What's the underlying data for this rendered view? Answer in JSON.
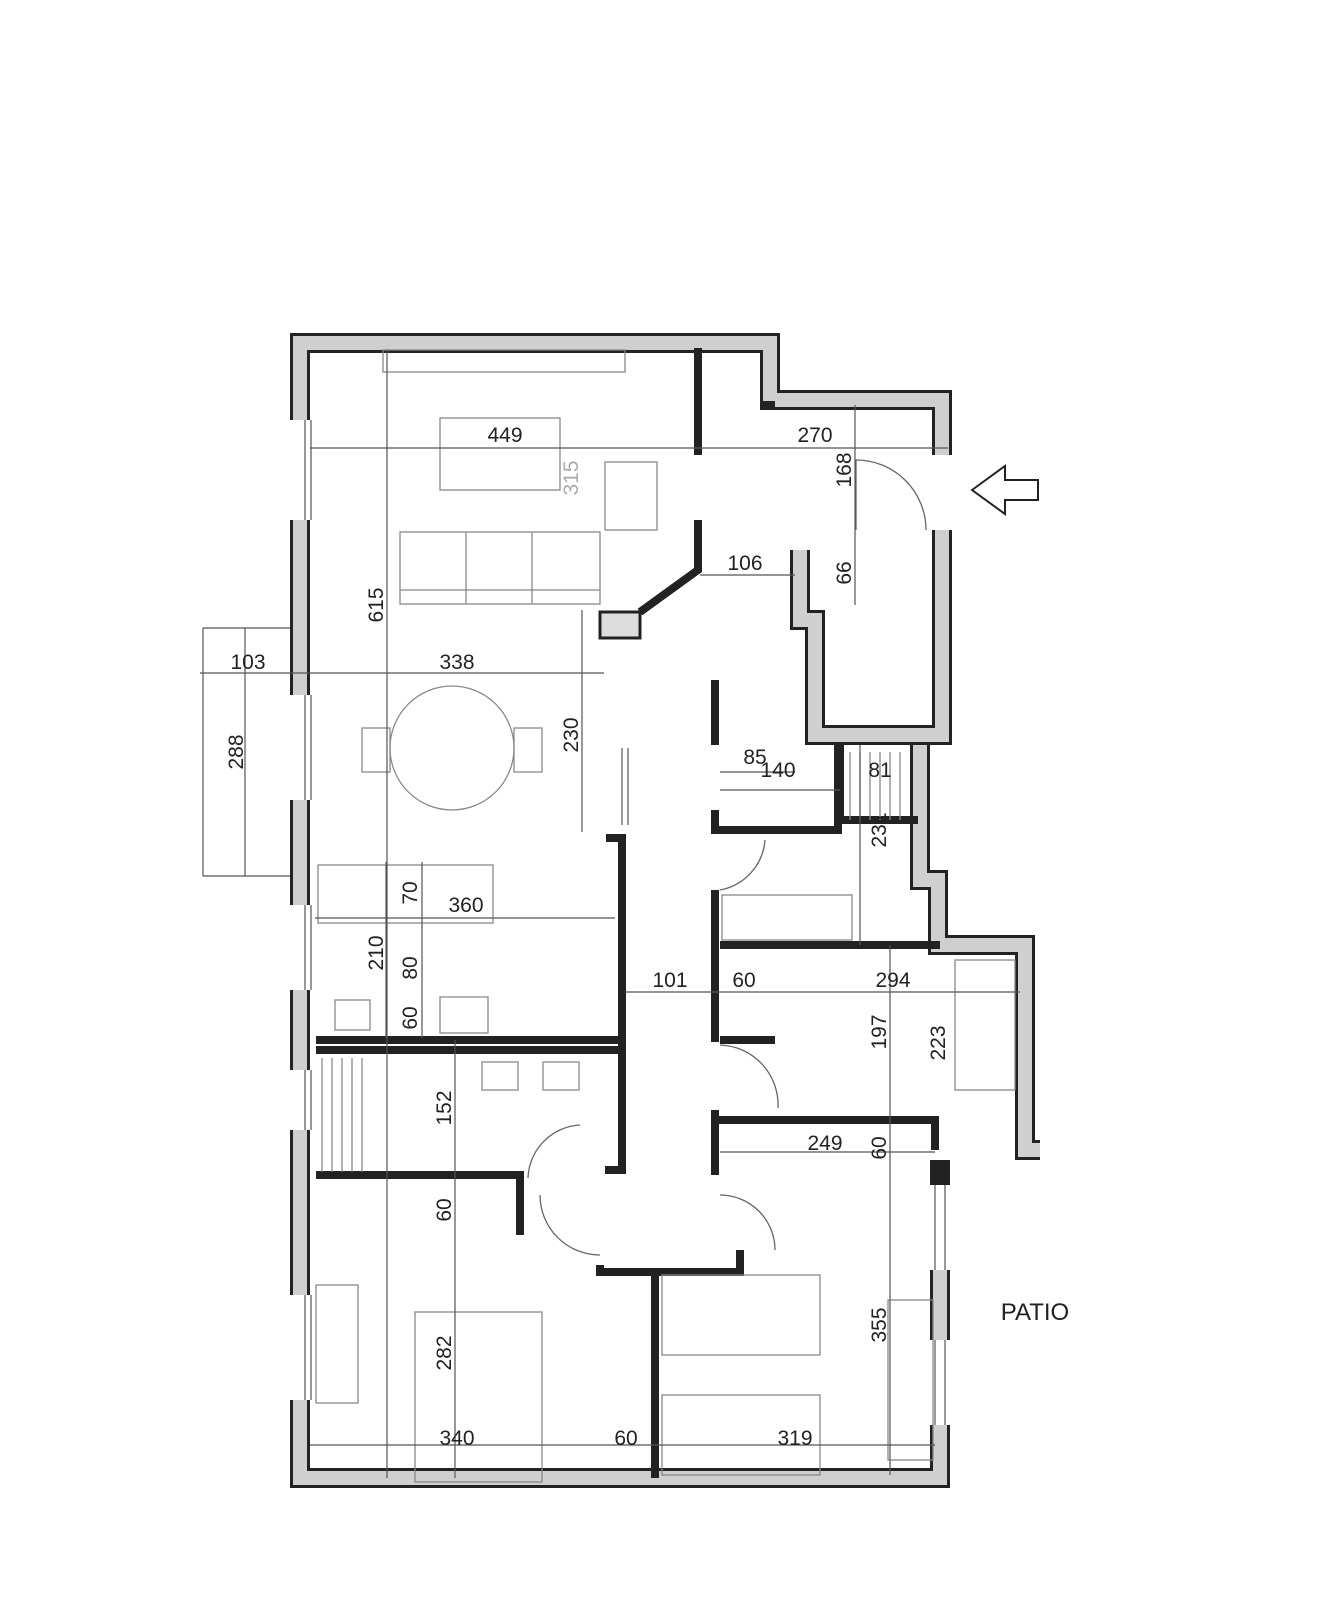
{
  "labels": {
    "patio": "PATIO"
  },
  "dimensions_horizontal": [
    "449",
    "270",
    "106",
    "103",
    "338",
    "85",
    "140",
    "81",
    "360",
    "101",
    "60",
    "294",
    "249",
    "340",
    "60",
    "319"
  ],
  "dimensions_vertical": [
    "315",
    "168",
    "66",
    "615",
    "288",
    "230",
    "231",
    "70",
    "210",
    "80",
    "60",
    "197",
    "223",
    "152",
    "60",
    "60",
    "282",
    "355"
  ],
  "entrance_icon": "arrow-left-icon"
}
